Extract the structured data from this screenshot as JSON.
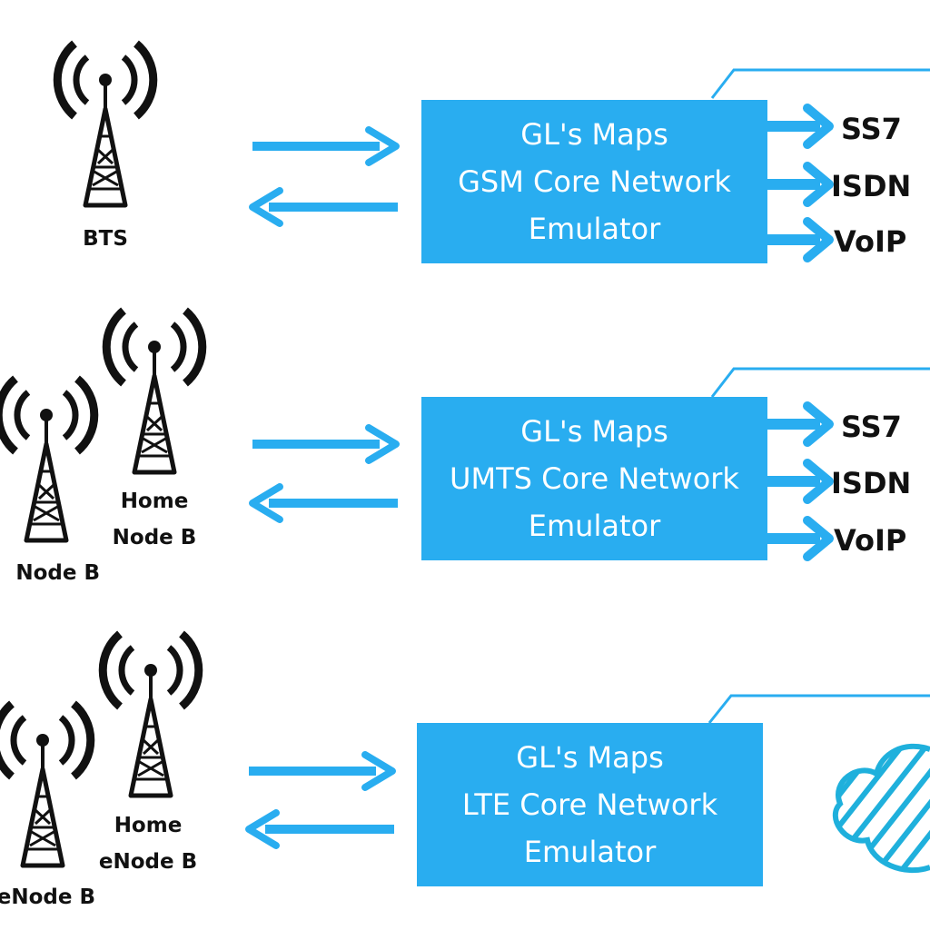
{
  "colors": {
    "accent": "#29adf0",
    "cloud": "#1fb0dc",
    "text": "#111111"
  },
  "rows": [
    {
      "emulator_lines": [
        "GL's Maps",
        "GSM Core Network",
        "Emulator"
      ],
      "towers": [
        "BTS"
      ],
      "protocols": [
        "SS7",
        "ISDN",
        "VoIP"
      ]
    },
    {
      "emulator_lines": [
        "GL's Maps",
        "UMTS Core Network",
        "Emulator"
      ],
      "towers": [
        "Node B",
        "Home\nNode B"
      ],
      "protocols": [
        "SS7",
        "ISDN",
        "VoIP"
      ]
    },
    {
      "emulator_lines": [
        "GL's Maps",
        "LTE Core Network",
        "Emulator"
      ],
      "towers": [
        "eNode B",
        "Home\neNode B"
      ],
      "protocols": []
    }
  ],
  "icons": {
    "tower": "radio-tower-icon",
    "cloud": "cloud-icon",
    "arrow": "arrow-icon"
  }
}
